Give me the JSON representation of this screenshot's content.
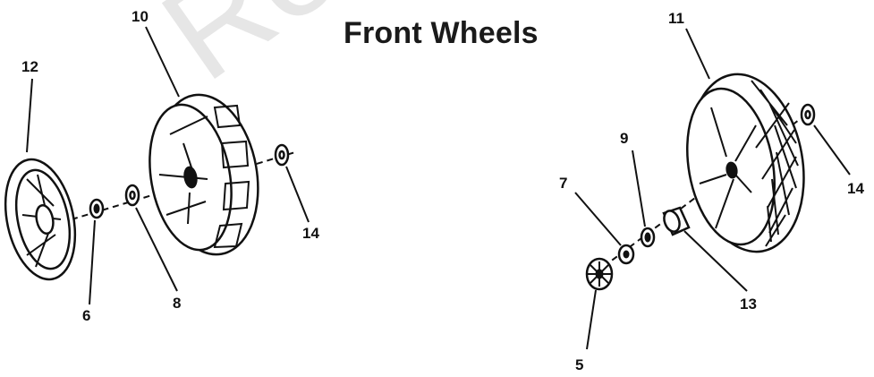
{
  "title": "Front Wheels",
  "watermark": "Re",
  "callouts": {
    "c5": "5",
    "c6": "6",
    "c7": "7",
    "c8": "8",
    "c9": "9",
    "c10": "10",
    "c11": "11",
    "c12": "12",
    "c13": "13",
    "c14_left": "14",
    "c14_right": "14"
  }
}
